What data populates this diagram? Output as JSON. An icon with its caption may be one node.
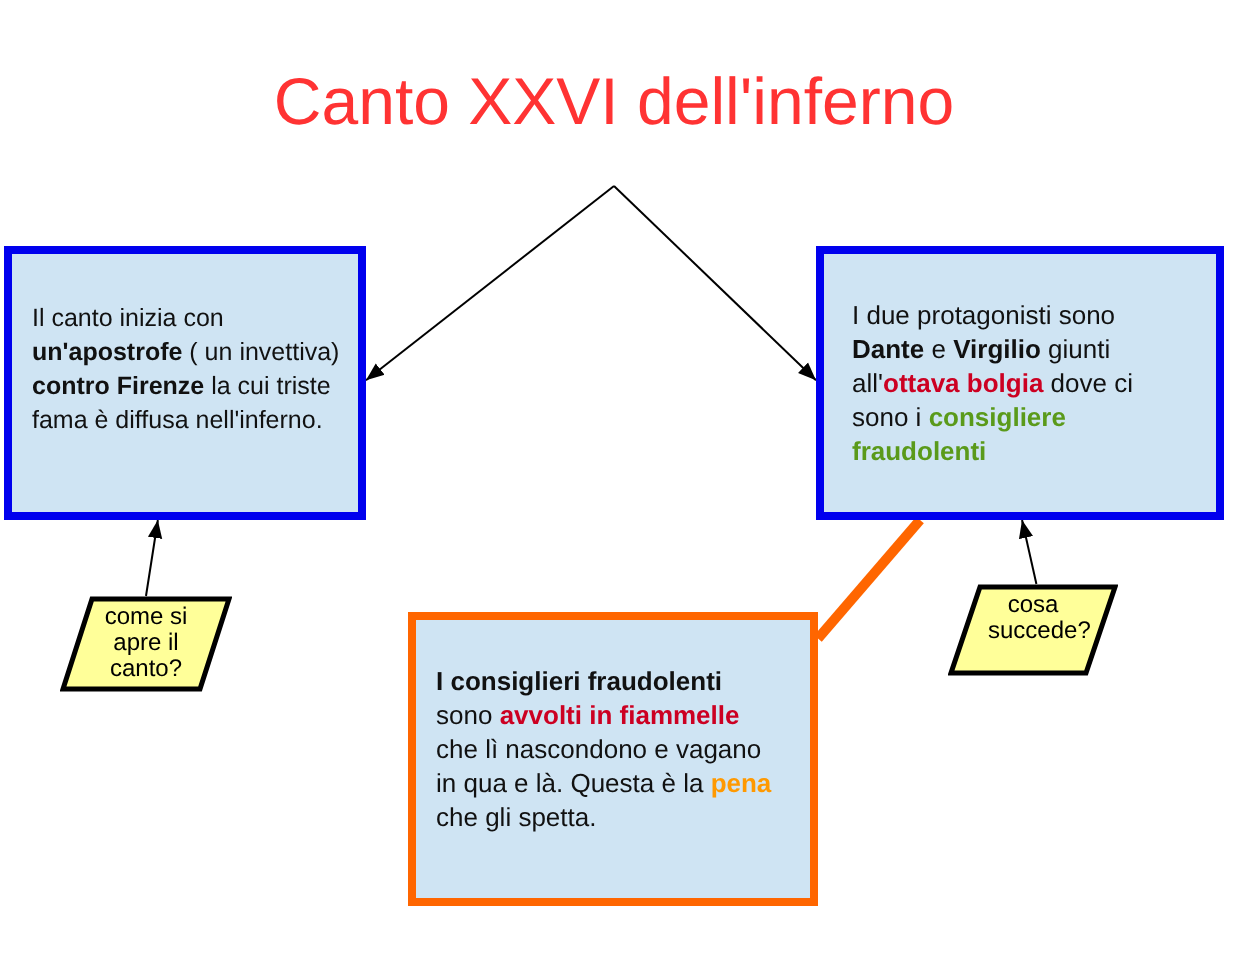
{
  "diagram": {
    "nodes": [
      {
        "text": [
          "Canto XXVI dell'inferno"
        ]
      },
      {
        "text": [
          "Il canto inizia con **un'apostrofe** ( un invettiva) **contro Firenze** la cui triste fama è diffusa nell'inferno."
        ]
      },
      {
        "text": [
          "I due protagonisti sono **Dante** e **Virgilio** giunti all'**ottava bolgia** dove ci sono i **consigliere fraudolenti**"
        ]
      },
      {
        "text": [
          "come si apre il canto?"
        ]
      },
      {
        "text": [
          "cosa succede?"
        ]
      },
      {
        "text": [
          "**I consiglieri fraudolenti** sono **avvolti in fiammelle** che lì nascondono e vagano in qua e là. Questa è la **pena** che gli spetta."
        ]
      }
    ],
    "edges": [
      {
        "from": 0,
        "to": 1,
        "arrow": "to"
      },
      {
        "from": 0,
        "to": 2,
        "arrow": "to"
      },
      {
        "from": 3,
        "to": 1,
        "arrow": "to"
      },
      {
        "from": 4,
        "to": 2,
        "arrow": "to"
      },
      {
        "from": 5,
        "to": 2,
        "arrow": "none",
        "style": "thick",
        "color": "#ff6600"
      }
    ]
  }
}
